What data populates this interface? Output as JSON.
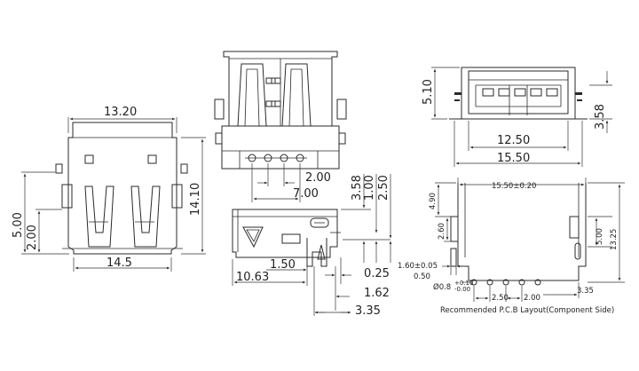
{
  "dimensions": {
    "front": {
      "width_top": "13.20",
      "width_bottom": "14.5",
      "height_right": "14.10",
      "left_5": "5.00",
      "left_2": "2.00"
    },
    "top_view": {
      "pitch_2": "2.00",
      "pitch_7": "7.00",
      "h_358": "3.58",
      "h_100": "1.00",
      "h_250": "2.50"
    },
    "side_view": {
      "d150": "1.50",
      "d1063": "10.63",
      "d025": "0.25",
      "d162": "1.62",
      "d335": "3.35"
    },
    "end_view": {
      "h510": "5.10",
      "h358": "3.58",
      "w1250": "12.50",
      "w1550": "15.50"
    },
    "pcb": {
      "top_width": "15.50±0.20",
      "h490": "4.90",
      "h260": "2.60",
      "h500": "5.00",
      "h1325": "13.25",
      "slot": "1.60±0.05",
      "d050": "0.50",
      "hole_main": "Ø0.8",
      "tol_plus": "+0.10",
      "tol_minus": "-0.00",
      "pitch_a": "2.50",
      "pitch_b": "2.00",
      "d335": "3.35",
      "caption": "Recommended P.C.B Layout(Component Side)"
    }
  }
}
